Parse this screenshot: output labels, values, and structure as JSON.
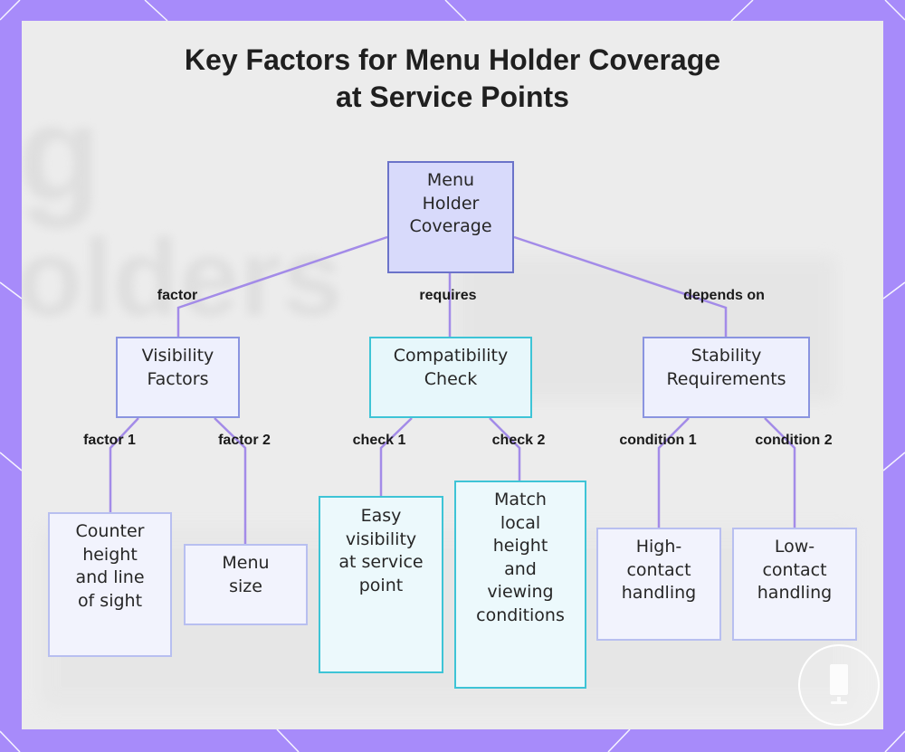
{
  "title": {
    "line1": "Key Factors for Menu Holder Coverage",
    "line2": "at Service Points"
  },
  "nodes": {
    "root": "Menu\nHolder\nCoverage",
    "visibility": "Visibility\nFactors",
    "compatibility": "Compatibility\nCheck",
    "stability": "Stability\nRequirements",
    "counter": "Counter\nheight\nand line\nof sight",
    "menu_size": "Menu\nsize",
    "easy_visibility": "Easy\nvisibility\nat service\npoint",
    "match_local": "Match\nlocal\nheight\nand\nviewing\nconditions",
    "high_contact": "High-\ncontact\nhandling",
    "low_contact": "Low-\ncontact\nhandling"
  },
  "edge_labels": {
    "factor": "factor",
    "requires": "requires",
    "depends_on": "depends on",
    "factor_1": "factor 1",
    "factor_2": "factor 2",
    "check_1": "check 1",
    "check_2": "check 2",
    "condition_1": "condition 1",
    "condition_2": "condition 2"
  },
  "watermark_icon": "tablet-icon",
  "colors": {
    "frame": "#a78bfa",
    "edge": "#a38be8",
    "root_fill": "#d8dafb",
    "purple_border": "#8a94e0",
    "cyan_border": "#3ec4d6"
  }
}
